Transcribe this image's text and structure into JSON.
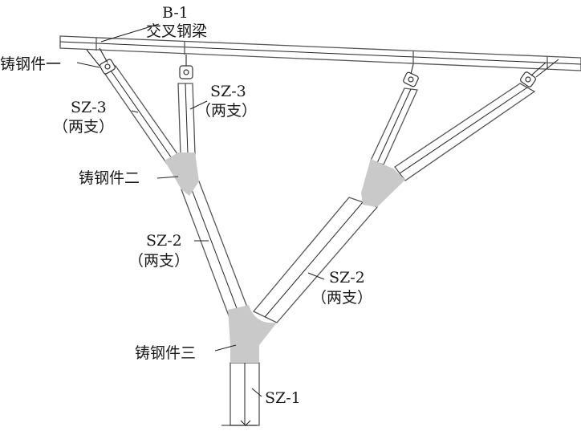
{
  "labels": {
    "b1_code": "B-1",
    "b1_name": "交叉钢梁",
    "cast1": "铸钢件一",
    "sz3_left": "SZ-3",
    "sz3_left_note": "（两支）",
    "sz3_mid": "SZ-3",
    "sz3_mid_note": "（两支）",
    "cast2": "铸钢件二",
    "sz2_left": "SZ-2",
    "sz2_left_note": "（两支）",
    "sz2_right": "SZ-2",
    "sz2_right_note": "（两支）",
    "cast3": "铸钢件三",
    "sz1": "SZ-1"
  },
  "colors": {
    "line": "#555555",
    "cast_fill": "#c9c9c9",
    "text": "#1a1a1a"
  }
}
